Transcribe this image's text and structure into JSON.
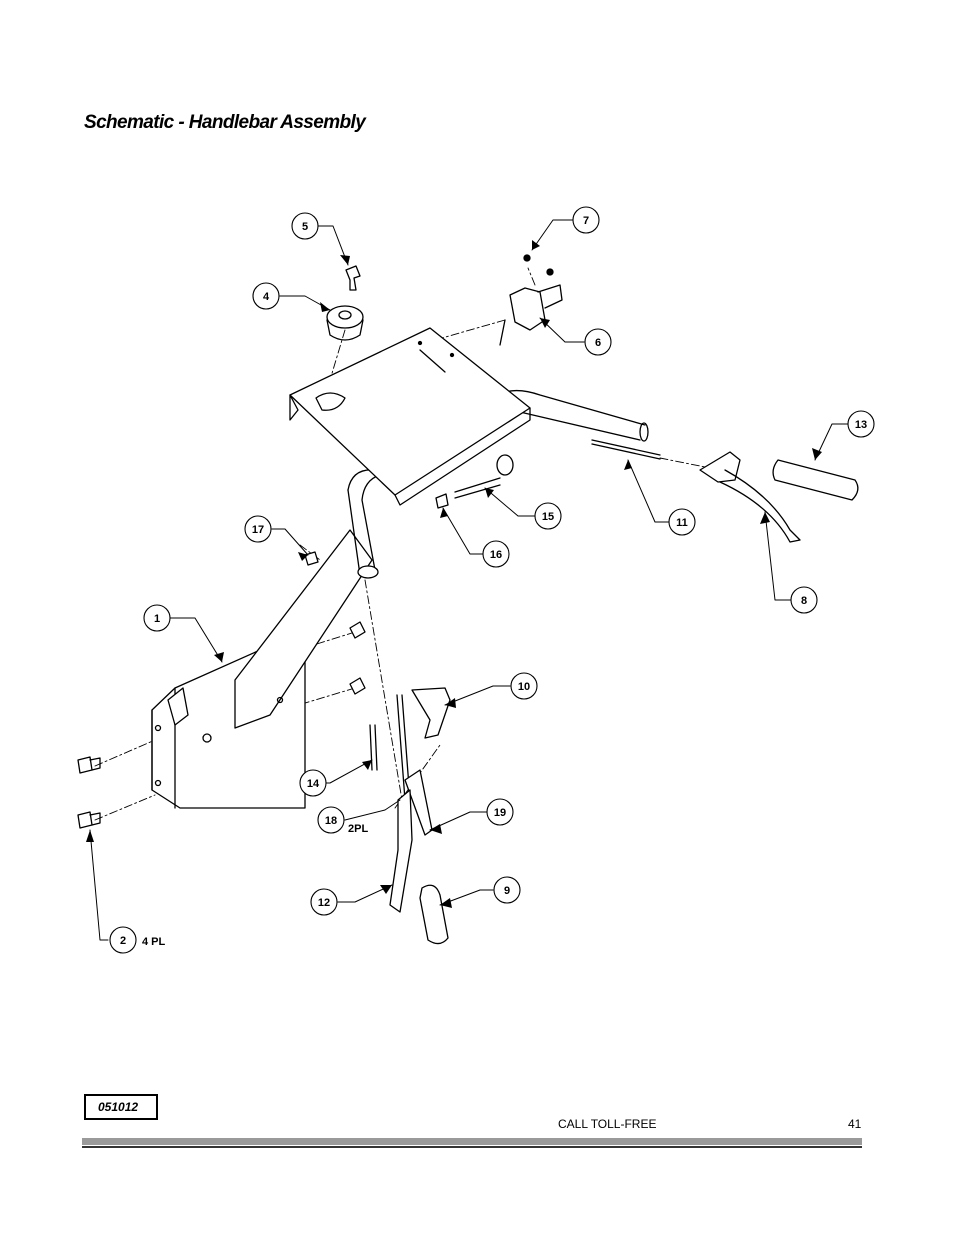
{
  "page": {
    "title": "Schematic - Handlebar Assembly",
    "doc_code": "051012",
    "footer_text": "CALL TOLL-FREE",
    "page_number": "41"
  },
  "callouts": {
    "c1": "1",
    "c2": "2",
    "c2_qty": "4 PL",
    "c4": "4",
    "c5": "5",
    "c6": "6",
    "c7": "7",
    "c8": "8",
    "c9": "9",
    "c10": "10",
    "c11": "11",
    "c12": "12",
    "c13": "13",
    "c14": "14",
    "c15": "15",
    "c16": "16",
    "c17": "17",
    "c18": "18",
    "c18_qty": "2PL",
    "c19": "19"
  }
}
